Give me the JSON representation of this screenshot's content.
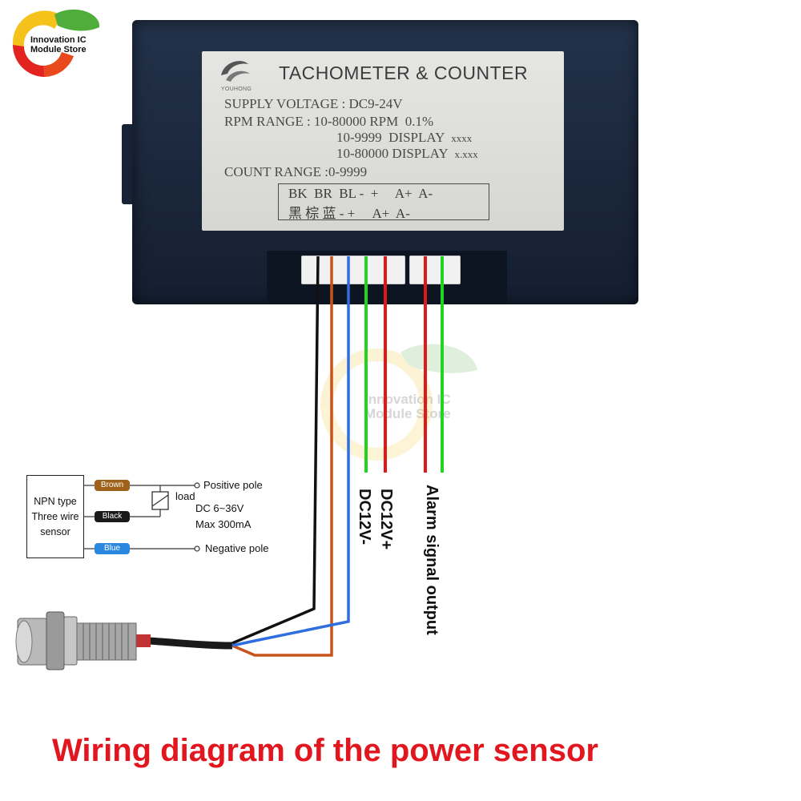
{
  "store_logo": {
    "line1": "Innovation IC",
    "line2": "Module Store"
  },
  "device": {
    "brand": "YOUHONG",
    "title": "TACHOMETER & COUNTER",
    "supply_voltage": "SUPPLY VOLTAGE : DC9-24V",
    "rpm_range": "RPM RANGE : 10-80000 RPM  0.1%",
    "display_line1_range": "10-9999  DISPLAY",
    "display_line1_format": "xxxx",
    "display_line2_range": "10-80000 DISPLAY",
    "display_line2_format": "x.xxx",
    "count_range": "COUNT RANGE :0-9999",
    "terminals_en": "BK  BR  BL -  +     A+  A-",
    "terminals_cn": "黑 棕 蓝 - +     A+  A-"
  },
  "sensor": {
    "box_label_line1": "NPN type",
    "box_label_line2": "Three wire",
    "box_label_line3": "sensor",
    "wire_brown": "Brown",
    "wire_black": "Black",
    "wire_blue": "Blue",
    "positive_pole": "Positive pole",
    "load": "load",
    "dc_range": "DC 6~36V",
    "max_current": "Max 300mA",
    "negative_pole": "Negative pole"
  },
  "labels": {
    "dc12v_minus": "DC12V-",
    "dc12v_plus": "DC12V+",
    "alarm_output": "Alarm signal output"
  },
  "watermark": {
    "line1": "Innovation IC",
    "line2": "Module Store"
  },
  "caption": "Wiring diagram of the power sensor",
  "colors": {
    "wire_black": "#111111",
    "wire_brown": "#c8531a",
    "wire_blue": "#2f6ee0",
    "wire_green": "#22d422",
    "wire_red": "#e01818",
    "caption": "#e1161e",
    "device_body": "#1f2d44"
  }
}
